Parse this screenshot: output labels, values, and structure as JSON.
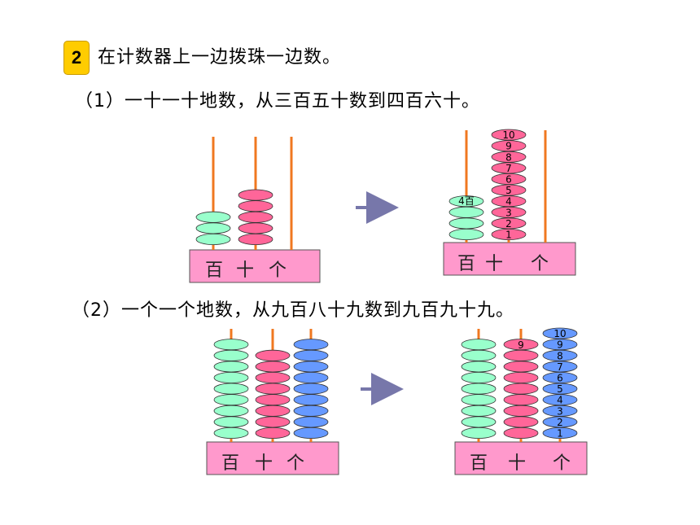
{
  "problem": {
    "number": "2",
    "instruction": "在计数器上一边拨珠一边数。"
  },
  "part1": {
    "text": "（1）一十一十地数，从三百五十数到四百六十。",
    "before": {
      "hundreds": 3,
      "tens": 5,
      "ones": 0
    },
    "after": {
      "hundreds": 4,
      "tens": 10,
      "ones": 0
    },
    "after_tens_labels": [
      "1",
      "2",
      "3",
      "4",
      "5",
      "6",
      "7",
      "8",
      "9",
      "10"
    ],
    "after_hundreds_label": "4百"
  },
  "part2": {
    "text": "（2）一个一个地数，从九百八十九数到九百九十九。",
    "before": {
      "hundreds": 9,
      "tens": 8,
      "ones": 9
    },
    "after": {
      "hundreds": 9,
      "tens": 9,
      "ones": 10
    },
    "after_tens_label": "9",
    "after_ones_labels": [
      "1",
      "2",
      "3",
      "4",
      "5",
      "6",
      "7",
      "8",
      "9",
      "10"
    ]
  },
  "place_labels": {
    "hundreds": "百",
    "tens": "十",
    "ones": "个"
  },
  "colors": {
    "rod": "#f07820",
    "base": "#ff99cc",
    "hundreds_bead": "#99ffcc",
    "tens_bead": "#ff6699",
    "ones_bead": "#6699ff",
    "arrow": "#7777aa",
    "badge": "#ffcc00"
  }
}
